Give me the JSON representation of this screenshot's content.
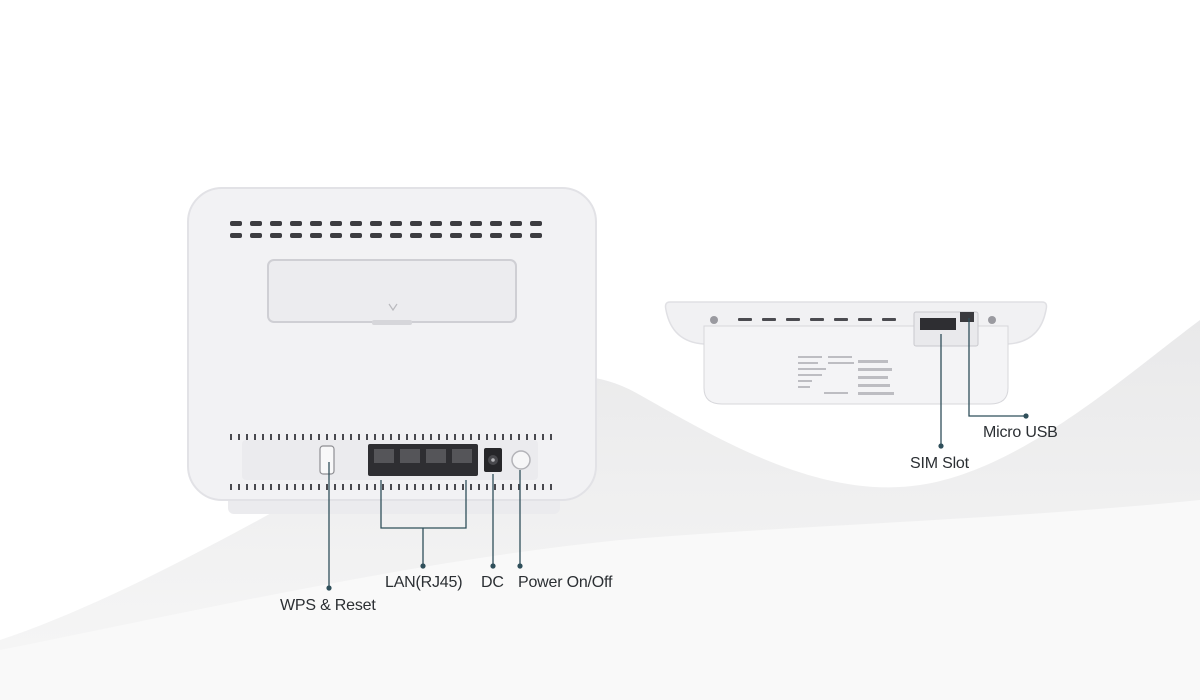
{
  "colors": {
    "background": "#ffffff",
    "wave": "#ececec",
    "device": "#f1f1f3",
    "callout_line": "#2f4f5a",
    "text": "#2b2f33"
  },
  "labels": {
    "wps_reset": "WPS & Reset",
    "lan": "LAN(RJ45)",
    "dc": "DC",
    "power": "Power On/Off",
    "sim_slot": "SIM Slot",
    "micro_usb": "Micro USB"
  }
}
